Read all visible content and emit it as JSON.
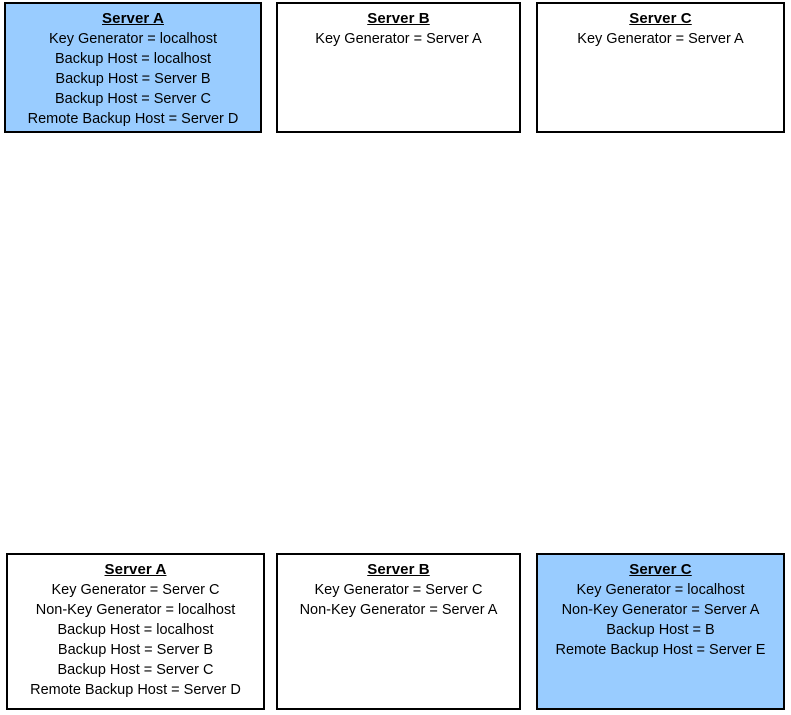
{
  "colors": {
    "highlight": "#99ccff",
    "border": "#000000",
    "background": "#ffffff",
    "text": "#000000"
  },
  "diagram": {
    "type": "configuration-boxes",
    "rows": [
      {
        "name": "top-row",
        "boxes": [
          {
            "id": "box-top-a",
            "title": "Server A",
            "highlighted": true,
            "lines": [
              "Key Generator = localhost",
              "Backup Host = localhost",
              "Backup Host = Server B",
              "Backup Host = Server C",
              "Remote Backup Host = Server D"
            ]
          },
          {
            "id": "box-top-b",
            "title": "Server B",
            "highlighted": false,
            "lines": [
              "Key Generator = Server A"
            ]
          },
          {
            "id": "box-top-c",
            "title": "Server C",
            "highlighted": false,
            "lines": [
              "Key Generator = Server A"
            ]
          }
        ]
      },
      {
        "name": "bottom-row",
        "boxes": [
          {
            "id": "box-bot-a",
            "title": "Server A",
            "highlighted": false,
            "lines": [
              "Key Generator = Server C",
              "Non-Key Generator = localhost",
              "Backup Host = localhost",
              "Backup Host = Server B",
              "Backup Host = Server C",
              "Remote Backup Host = Server D"
            ]
          },
          {
            "id": "box-bot-b",
            "title": "Server B",
            "highlighted": false,
            "lines": [
              "Key Generator = Server C",
              "Non-Key Generator = Server A"
            ]
          },
          {
            "id": "box-bot-c",
            "title": "Server C",
            "highlighted": true,
            "lines": [
              "Key Generator = localhost",
              "Non-Key Generator = Server A",
              "Backup Host = B",
              "Remote Backup Host = Server E"
            ]
          }
        ]
      }
    ]
  }
}
